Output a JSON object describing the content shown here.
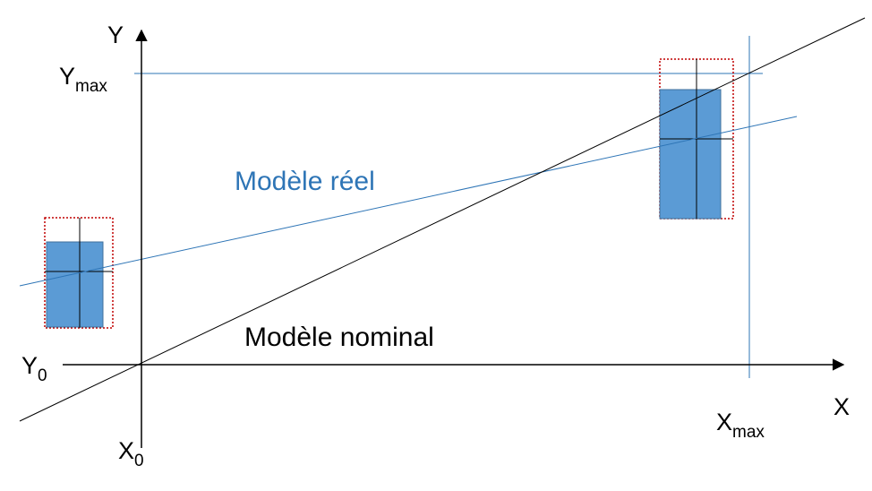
{
  "axes": {
    "y_label": "Y",
    "x_label": "X",
    "y_max_main": "Y",
    "y_max_sub": "max",
    "y0_main": "Y",
    "y0_sub": "0",
    "x_max_main": "X",
    "x_max_sub": "max",
    "x0_main": "X",
    "x0_sub": "0"
  },
  "models": {
    "real_label": "Modèle réel",
    "nominal_label": "Modèle nominal"
  },
  "colors": {
    "real_line": "#2E75B6",
    "real_text": "#2E75B6",
    "guide_line": "#2E75B6",
    "box_fill": "#5B9BD5",
    "box_stroke": "#41719C",
    "tolerance_box": "#C00000",
    "axis": "#000000"
  }
}
